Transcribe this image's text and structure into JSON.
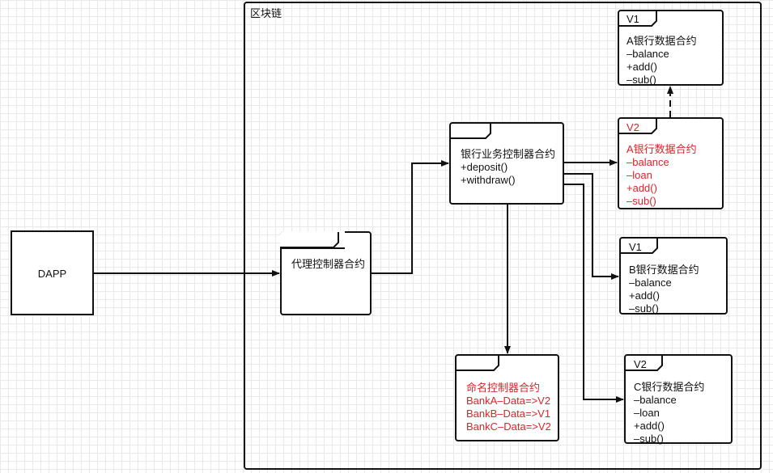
{
  "frame_title": "区块链",
  "dapp_label": "DAPP",
  "proxy": {
    "title": "代理控制器合约"
  },
  "business": {
    "title": "银行业务控制器合约",
    "methods": [
      "+deposit()",
      "+withdraw()"
    ]
  },
  "naming": {
    "title": "命名控制器合约",
    "entries": [
      "BankA–Data=>V2",
      "BankB–Data=>V1",
      "BankC–Data=>V2"
    ],
    "color": "#d9252a"
  },
  "bank_a_v1": {
    "version": "V1",
    "title": "A银行数据合约",
    "members": [
      "–balance",
      "+add()",
      "–sub()"
    ]
  },
  "bank_a_v2": {
    "version": "V2",
    "title": "A银行数据合约",
    "members": [
      "–balance",
      "–loan",
      "+add()",
      "–sub()"
    ],
    "color": "#d9252a"
  },
  "bank_b_v1": {
    "version": "V1",
    "title": "B银行数据合约",
    "members": [
      "–balance",
      "+add()",
      "–sub()"
    ]
  },
  "bank_c_v2": {
    "version": "V2",
    "title": "C银行数据合约",
    "members": [
      "–balance",
      "–loan",
      "+add()",
      "–sub()"
    ]
  }
}
